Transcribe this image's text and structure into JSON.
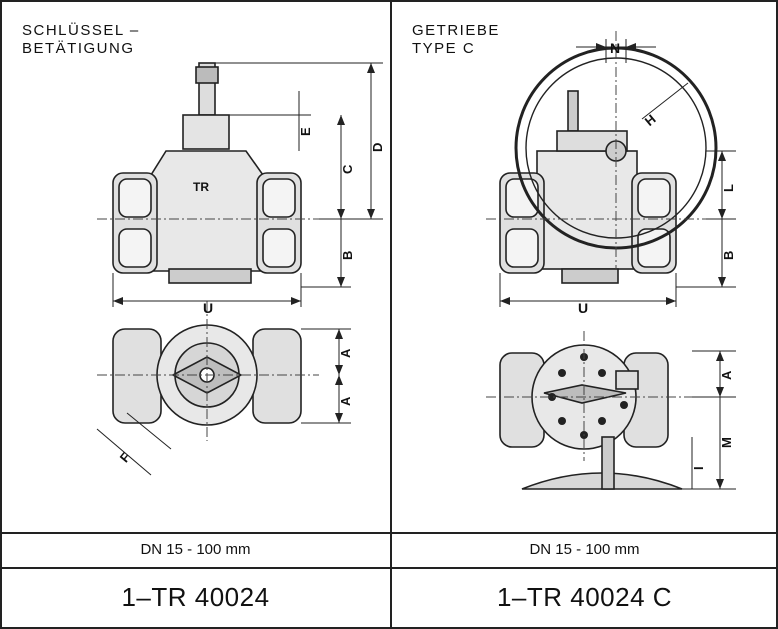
{
  "left": {
    "title_line1": "SCHLÜSSEL –",
    "title_line2": "BETÄTIGUNG",
    "range": "DN 15 - 100 mm",
    "code": "1–TR 40024",
    "dims": {
      "D": "D",
      "E": "E",
      "C": "C",
      "B": "B",
      "U": "U",
      "A1": "A",
      "A2": "A",
      "F": "F"
    },
    "logo": "TR"
  },
  "right": {
    "title_line1": "GETRIEBE",
    "title_line2": "TYPE C",
    "range": "DN 15 - 100 mm",
    "code": "1–TR 40024 C",
    "dims": {
      "N": "N",
      "H": "H",
      "L": "L",
      "B": "B",
      "U": "U",
      "A": "A",
      "M": "M",
      "I": "I"
    }
  }
}
